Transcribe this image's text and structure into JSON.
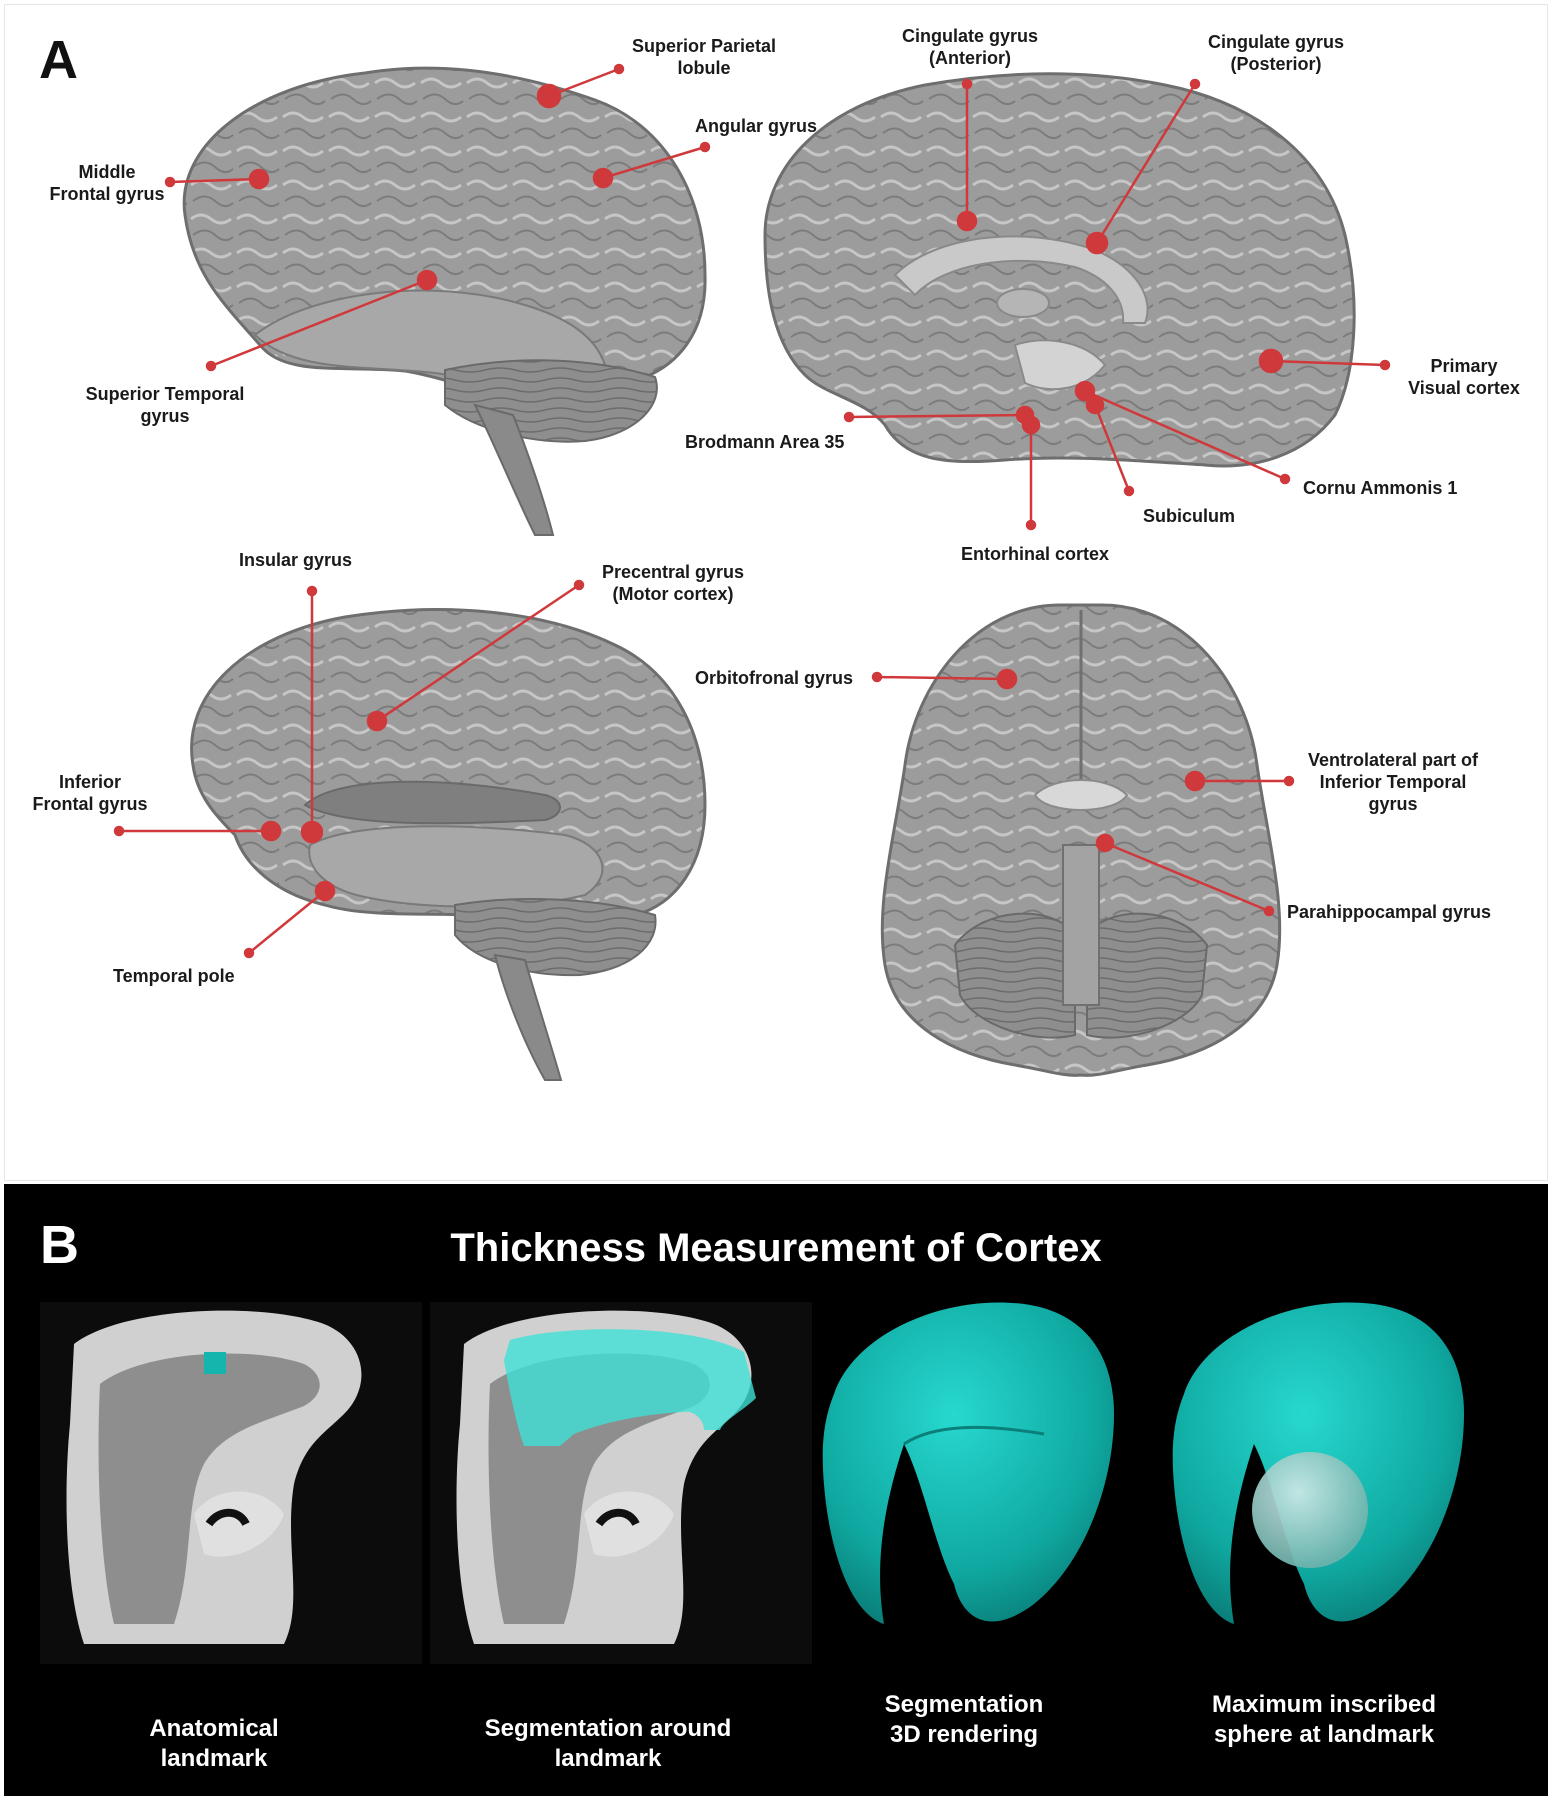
{
  "panel_a": {
    "letter": "A",
    "labels": {
      "superior_parietal": "Superior Parietal\nlobule",
      "angular": "Angular gyrus",
      "middle_frontal": "Middle\nFrontal gyrus",
      "superior_temporal": "Superior Temporal\ngyrus",
      "cingulate_anterior": "Cingulate gyrus\n(Anterior)",
      "cingulate_posterior": "Cingulate gyrus\n(Posterior)",
      "primary_visual": "Primary\nVisual cortex",
      "brodmann_35": "Brodmann Area 35",
      "cornu_ammonis": "Cornu Ammonis 1",
      "subiculum": "Subiculum",
      "entorhinal": "Entorhinal cortex",
      "insular": "Insular gyrus",
      "precentral": "Precentral gyrus\n(Motor cortex)",
      "inferior_frontal": "Inferior\nFrontal gyrus",
      "temporal_pole": "Temporal pole",
      "orbitofronal": "Orbitofronal gyrus",
      "ventrolateral_it": "Ventrolateral part of\nInferior Temporal\ngyrus",
      "parahippocampal": "Parahippocampal gyrus"
    }
  },
  "panel_b": {
    "letter": "B",
    "title": "Thickness Measurement of Cortex",
    "captions": [
      "Anatomical\nlandmark",
      "Segmentation around\nlandmark",
      "Segmentation\n3D rendering",
      "Maximum inscribed\nsphere at landmark"
    ]
  },
  "colors": {
    "marker_red": "#d0393b",
    "brain_gray": "#9a9a9a",
    "segmentation_teal": "#15b5ad"
  }
}
